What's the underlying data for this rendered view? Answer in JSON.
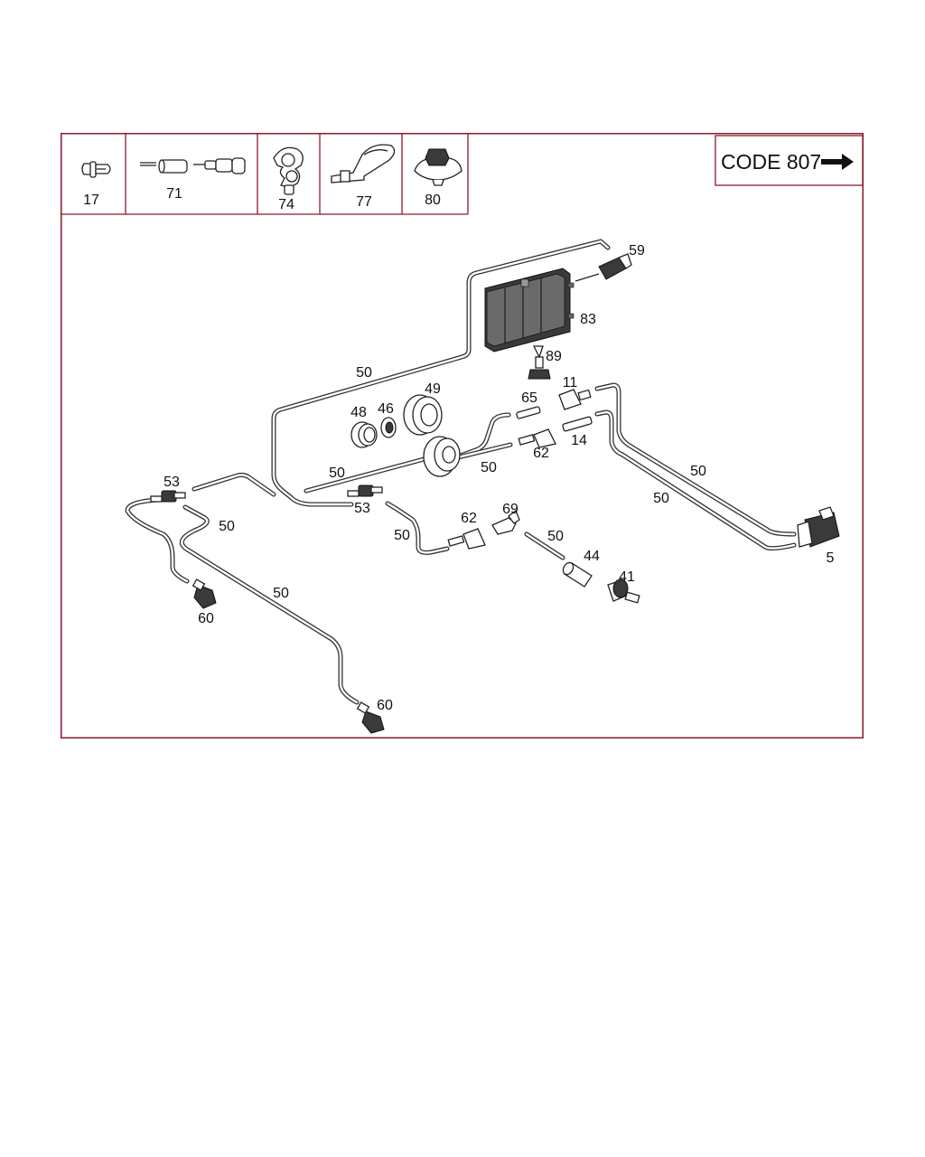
{
  "colors": {
    "frame": "#8b1a2b",
    "ink": "#111111"
  },
  "header_parts": [
    {
      "label": "17",
      "icon": "push-rivet-icon"
    },
    {
      "label": "71",
      "icon": "hose-connector-icon"
    },
    {
      "label": "74",
      "icon": "pipe-clip-icon"
    },
    {
      "label": "77",
      "icon": "cable-tie-icon"
    },
    {
      "label": "80",
      "icon": "clip-nut-icon"
    }
  ],
  "code_box": {
    "label": "CODE 807",
    "icon": "arrow-right-icon"
  },
  "callouts": [
    {
      "id": "c59",
      "label": "59"
    },
    {
      "id": "c83",
      "label": "83"
    },
    {
      "id": "c89",
      "label": "89"
    },
    {
      "id": "c50a",
      "label": "50"
    },
    {
      "id": "c48",
      "label": "48"
    },
    {
      "id": "c46",
      "label": "46"
    },
    {
      "id": "c49",
      "label": "49"
    },
    {
      "id": "c65",
      "label": "65"
    },
    {
      "id": "c11",
      "label": "11"
    },
    {
      "id": "c62a",
      "label": "62"
    },
    {
      "id": "c14",
      "label": "14"
    },
    {
      "id": "c50b",
      "label": "50"
    },
    {
      "id": "c50c",
      "label": "50"
    },
    {
      "id": "c53a",
      "label": "53"
    },
    {
      "id": "c53b",
      "label": "53"
    },
    {
      "id": "c50d",
      "label": "50"
    },
    {
      "id": "c50e",
      "label": "50"
    },
    {
      "id": "c50f",
      "label": "50"
    },
    {
      "id": "c50g",
      "label": "50"
    },
    {
      "id": "c62b",
      "label": "62"
    },
    {
      "id": "c69",
      "label": "69"
    },
    {
      "id": "c50h",
      "label": "50"
    },
    {
      "id": "c44",
      "label": "44"
    },
    {
      "id": "c41",
      "label": "41"
    },
    {
      "id": "c50i",
      "label": "50"
    },
    {
      "id": "c5",
      "label": "5"
    },
    {
      "id": "c60a",
      "label": "60"
    },
    {
      "id": "c50j",
      "label": "50"
    },
    {
      "id": "c60b",
      "label": "60"
    }
  ]
}
